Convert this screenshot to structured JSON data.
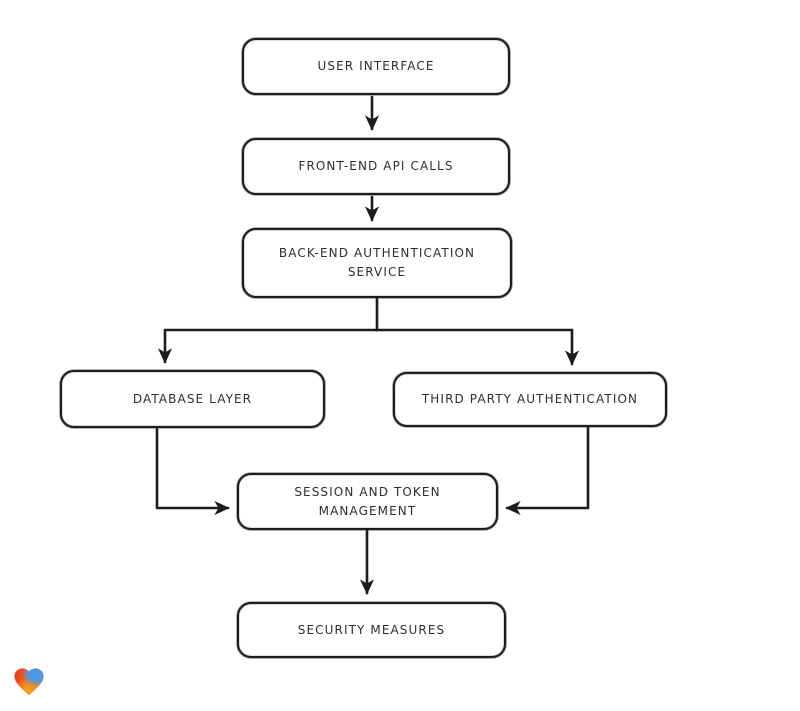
{
  "diagram": {
    "type": "flowchart",
    "style": "hand-drawn",
    "background": "#ffffff",
    "colors": {
      "stroke": "#1d1d1d",
      "node_fill": "#ffffff",
      "text": "#2e2e2e"
    },
    "nodes": [
      {
        "id": "user-interface",
        "label": "USER INTERFACE"
      },
      {
        "id": "front-end-api-calls",
        "label": "FRONT-END API CALLS"
      },
      {
        "id": "back-end-authentication-service",
        "label": "BACK-END AUTHENTICATION SERVICE"
      },
      {
        "id": "database-layer",
        "label": "DATABASE LAYER"
      },
      {
        "id": "third-party-authentication",
        "label": "THIRD PARTY AUTHENTICATION"
      },
      {
        "id": "session-and-token-management",
        "label": "SESSION AND TOKEN MANAGEMENT"
      },
      {
        "id": "security-measures",
        "label": "SECURITY MEASURES"
      }
    ],
    "edges": [
      {
        "from": "user-interface",
        "to": "front-end-api-calls",
        "arrow": "down"
      },
      {
        "from": "front-end-api-calls",
        "to": "back-end-authentication-service",
        "arrow": "down"
      },
      {
        "from": "back-end-authentication-service",
        "to": "database-layer",
        "arrow": "down"
      },
      {
        "from": "back-end-authentication-service",
        "to": "third-party-authentication",
        "arrow": "down"
      },
      {
        "from": "database-layer",
        "to": "session-and-token-management",
        "arrow": "right"
      },
      {
        "from": "third-party-authentication",
        "to": "session-and-token-management",
        "arrow": "left"
      },
      {
        "from": "session-and-token-management",
        "to": "security-measures",
        "arrow": "down"
      }
    ]
  },
  "branding": {
    "logo": "heart-gradient-icon",
    "colors": {
      "red": "#e23a22",
      "orange": "#f6a21c",
      "blue": "#4699f1"
    }
  }
}
